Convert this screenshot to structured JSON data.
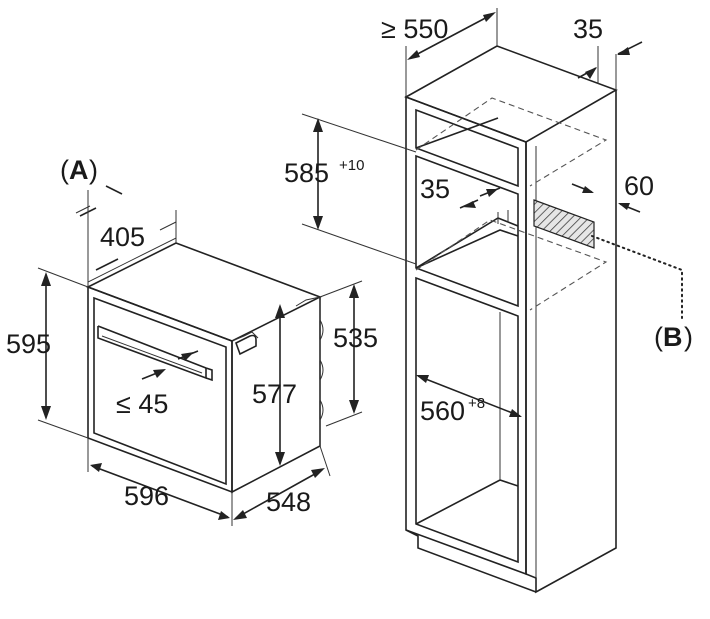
{
  "labels": {
    "callout_a": "A",
    "callout_b": "B",
    "oven_depth_405": "405",
    "oven_height_595": "595",
    "handle_45": "≤ 45",
    "oven_width_596": "596",
    "oven_depth_548": "548",
    "front_height_577": "577",
    "body_height_535": "535",
    "cab_depth_550": "≥ 550",
    "cab_35_top": "35",
    "cab_585": "585",
    "cab_585_sup": "+10",
    "cab_35_inner": "35",
    "cab_60": "60",
    "cab_560": "560",
    "cab_560_sup": "+8"
  }
}
